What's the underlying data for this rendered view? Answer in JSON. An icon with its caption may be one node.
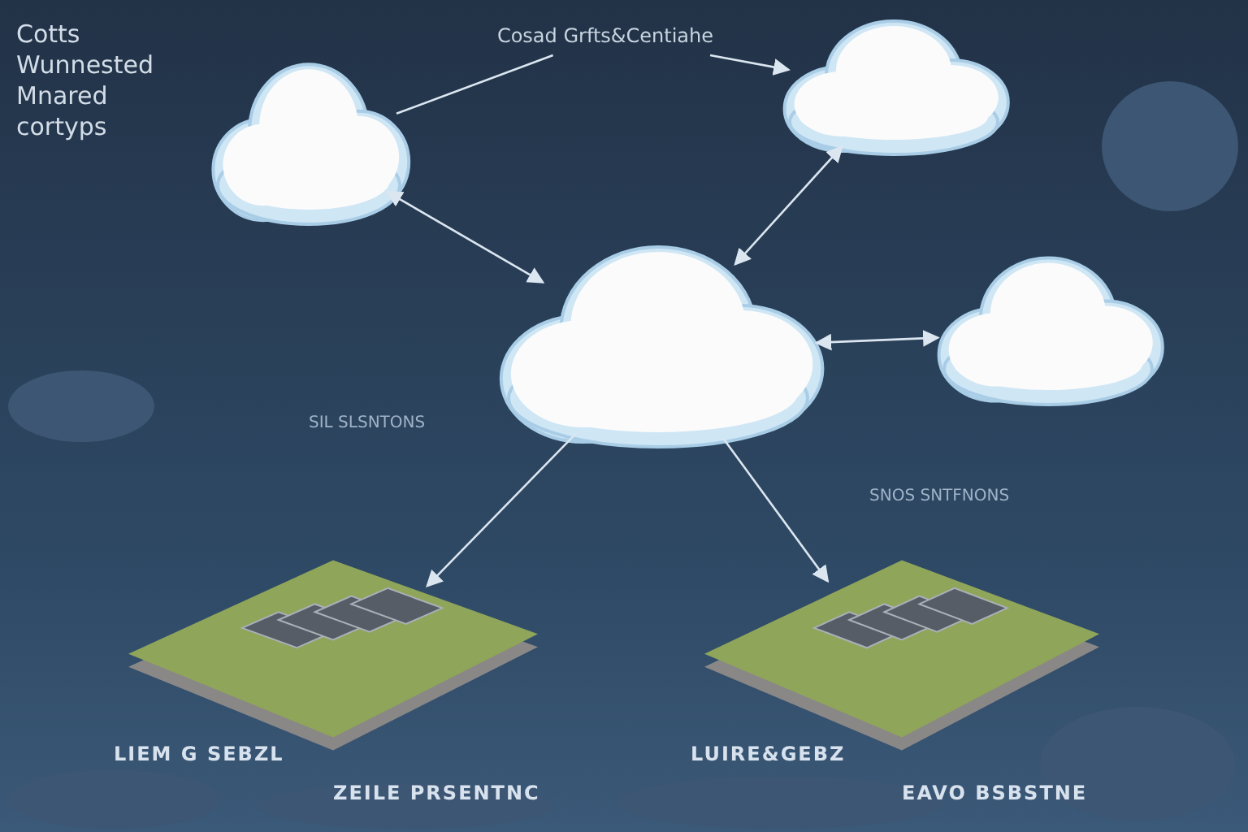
{
  "diagram": {
    "title": "Cotts Wunnested Mnared cortyps",
    "nodes": [
      {
        "text": [],
        "shape": "cloud"
      },
      {
        "text": [],
        "shape": "cloud"
      },
      {
        "text": [],
        "shape": "cloud"
      },
      {
        "text": [],
        "shape": "cloud"
      },
      {
        "text": [],
        "shape": "picture",
        "beside": [
          "LIEM G SEBZL",
          "ZEILE PRSENTNC"
        ]
      },
      {
        "text": [],
        "shape": "picture",
        "beside": [
          "LUIRE&GEBZ",
          "EAVO BSBSTNE"
        ]
      },
      {
        "text": [
          "Cosad Grfts&Centiahe"
        ]
      }
    ],
    "edges": [
      {
        "from": 0,
        "to": 1,
        "arrow": "both"
      },
      {
        "from": 0,
        "to": 2,
        "arrow": "both"
      },
      {
        "from": 0,
        "to": 3,
        "arrow": "both"
      },
      {
        "from": 0,
        "to": 4,
        "arrow": "to"
      },
      {
        "from": 0,
        "to": 5,
        "arrow": "to"
      },
      {
        "from": 1,
        "to": 6,
        "arrow": "none"
      },
      {
        "from": 6,
        "to": 2,
        "arrow": "to"
      }
    ],
    "labels": [
      "SIL SLSNTONS",
      "SNOS SNTFNONS"
    ]
  }
}
